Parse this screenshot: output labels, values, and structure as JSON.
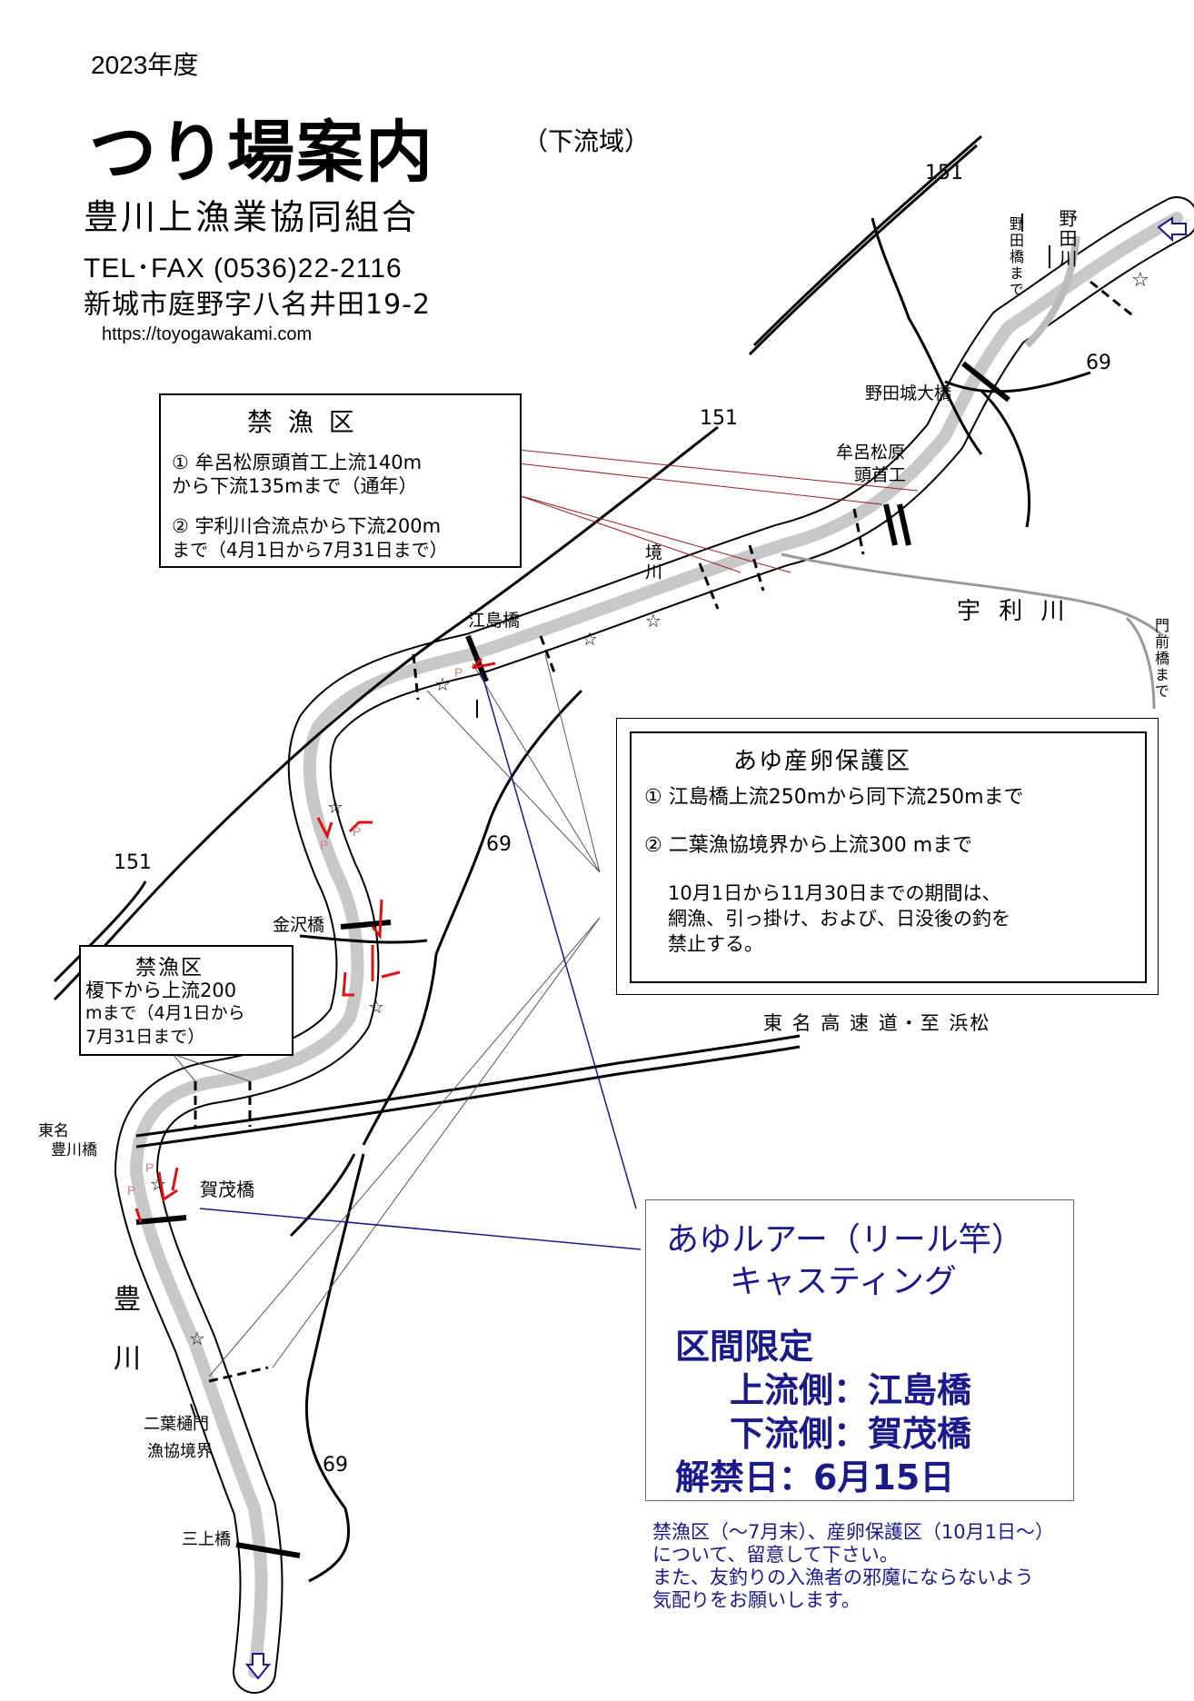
{
  "header": {
    "year": "2023年度",
    "title": "つり場案内",
    "subtitle": "（下流域）",
    "org": "豊川上漁業協同組合",
    "tel": "TEL･FAX (0536)22-2116",
    "address": "新城市庭野字八名井田19-2",
    "url": "https://toyogawakami.com"
  },
  "kinryo_box_1": {
    "title": "禁 漁 区",
    "item1_line1": "① 牟呂松原頭首工上流140m",
    "item1_line2": "から下流135mまで（通年）",
    "item2_line1": "② 宇利川合流点から下流200m",
    "item2_line2": "まで（4月1日から7月31日まで）"
  },
  "kinryo_box_2": {
    "title": "禁漁区",
    "line1": "榎下から上流200",
    "line2": "mまで（4月1日から",
    "line3": "7月31日まで）"
  },
  "ayu_box": {
    "title": "あゆ産卵保護区",
    "item1": "① 江島橋上流250mから同下流250mまで",
    "item2": "② 二葉漁協境界から上流300 mまで",
    "note1": "10月1日から11月30日までの期間は、",
    "note2": "網漁、引っ掛け、および、日没後の釣を",
    "note3": "禁止する。"
  },
  "lure_box": {
    "line1": "あゆルアー（リール竿）",
    "line2": "キャスティング",
    "line3": "区間限定",
    "line4": "上流側：江島橋",
    "line5": "下流側：賀茂橋",
    "line6": "解禁日：6月15日"
  },
  "footer_note": {
    "line1": "禁漁区（～7月末）、産卵保護区（10月1日～）",
    "line2": "について、留意して下さい。",
    "line3": "また、友釣りの入漁者の邪魔にならないよう",
    "line4": "気配りをお願いします。"
  },
  "map_labels": {
    "route151_top": "151",
    "route151_mid": "151",
    "route151_left": "151",
    "route69_right": "69",
    "route69_mid": "69",
    "route69_bottom": "69",
    "noda_castle_bridge": "野田城大橋",
    "muro_matsubara_1": "牟呂松原",
    "muro_matsubara_2": "頭首工",
    "enoshima_bridge": "江島橋",
    "kanazawa_bridge": "金沢橋",
    "kamo_bridge": "賀茂橋",
    "tomei_toyokawa_1": "東名",
    "tomei_toyokawa_2": "豊川橋",
    "futaba_gate": "二葉樋門",
    "gyokyo_border": "漁協境界",
    "mikami_bridge": "三上橋",
    "uri_river": "宇 利 川",
    "tomei_expressway": "東 名 高 速 道・至 浜松",
    "noda_river": "野田川",
    "noda_bridge_made": "野田橋まで",
    "monzen_bridge_made": "門前橋まで",
    "sakai_river": "境川",
    "toyo_char": "豊",
    "kawa_char": "川"
  },
  "colors": {
    "river_fill": "#c8c8c8",
    "accent_red": "#e01010",
    "leader_line": "#9a2020",
    "lure_blue": "#1a1a8a"
  }
}
